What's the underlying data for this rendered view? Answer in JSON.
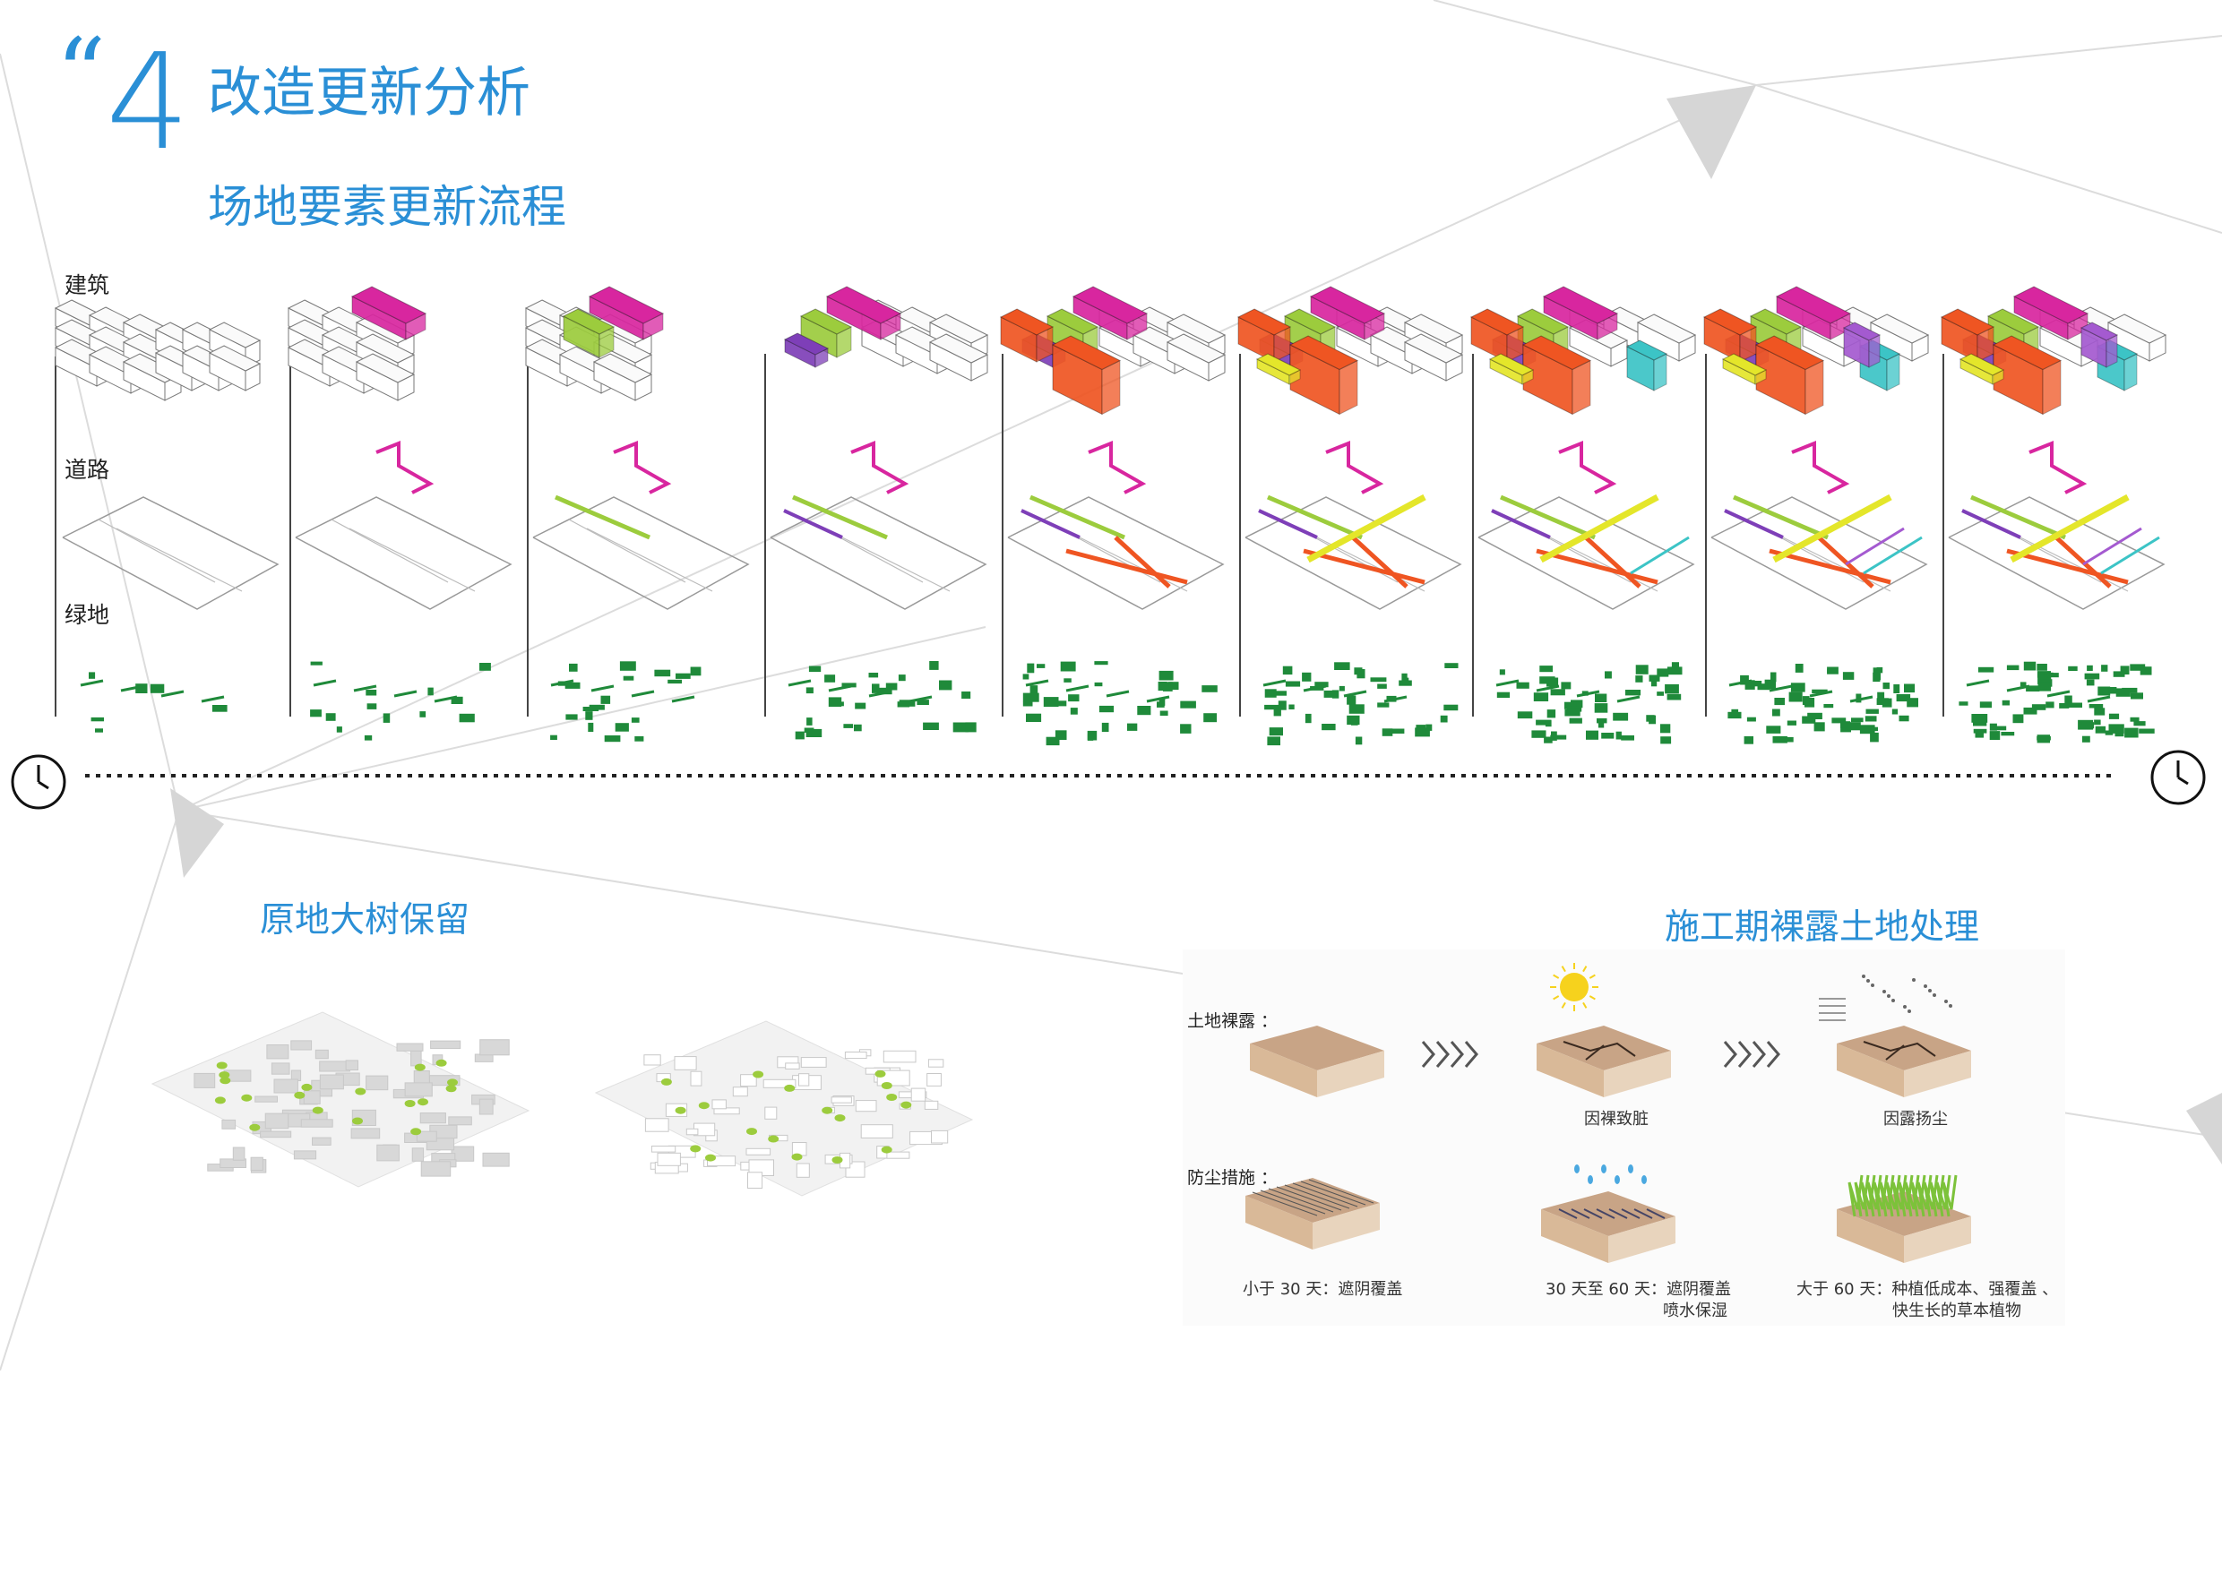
{
  "colors": {
    "accent": "#2a8fd6",
    "magenta": "#d8269f",
    "lime": "#9ccc3d",
    "purple": "#7e3fb8",
    "orange": "#ef5522",
    "yellow": "#e4e62a",
    "cyan": "#3cc4c6",
    "violet": "#a45ad0",
    "green": "#1f8a3a",
    "soil": "#c8a486"
  },
  "header": {
    "quote": "“",
    "number": "4",
    "title": "改造更新分析",
    "subtitle": "场地要素更新流程"
  },
  "rows": {
    "building": "建筑",
    "road": "道路",
    "green": "绿地"
  },
  "timeline": {
    "start_icon": "clock-icon",
    "end_icon": "clock-icon"
  },
  "tree_section": {
    "title": "原地大树保留"
  },
  "soil_section": {
    "title": "施工期裸露土地处理",
    "exposed_label": "土地裸露 ：",
    "dust_label": "防尘措施 ：",
    "cap_dirty": "因裸致脏",
    "cap_dust": "因露扬尘",
    "cap_lt30": "小于 30 天：遮阴覆盖",
    "cap_30_60_a": "30 天至 60 天：遮阴覆盖",
    "cap_30_60_b": "喷水保湿",
    "cap_gt60_a": "大于 60 天：种植低成本、强覆盖 、",
    "cap_gt60_b": "快生长的草本植物"
  }
}
